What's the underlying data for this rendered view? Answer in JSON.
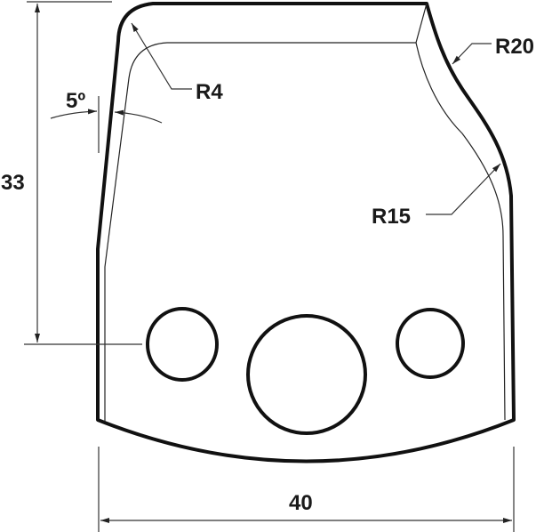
{
  "diagram": {
    "type": "technical-drawing",
    "subject": "profile knife blade",
    "dimensions": {
      "height": "33",
      "width": "40",
      "angle": "5º",
      "radius_top_left": "R4",
      "radius_top_right": "R20",
      "radius_right": "R15"
    },
    "holes": [
      "left-small-hole",
      "center-large-hole",
      "right-small-hole"
    ]
  }
}
